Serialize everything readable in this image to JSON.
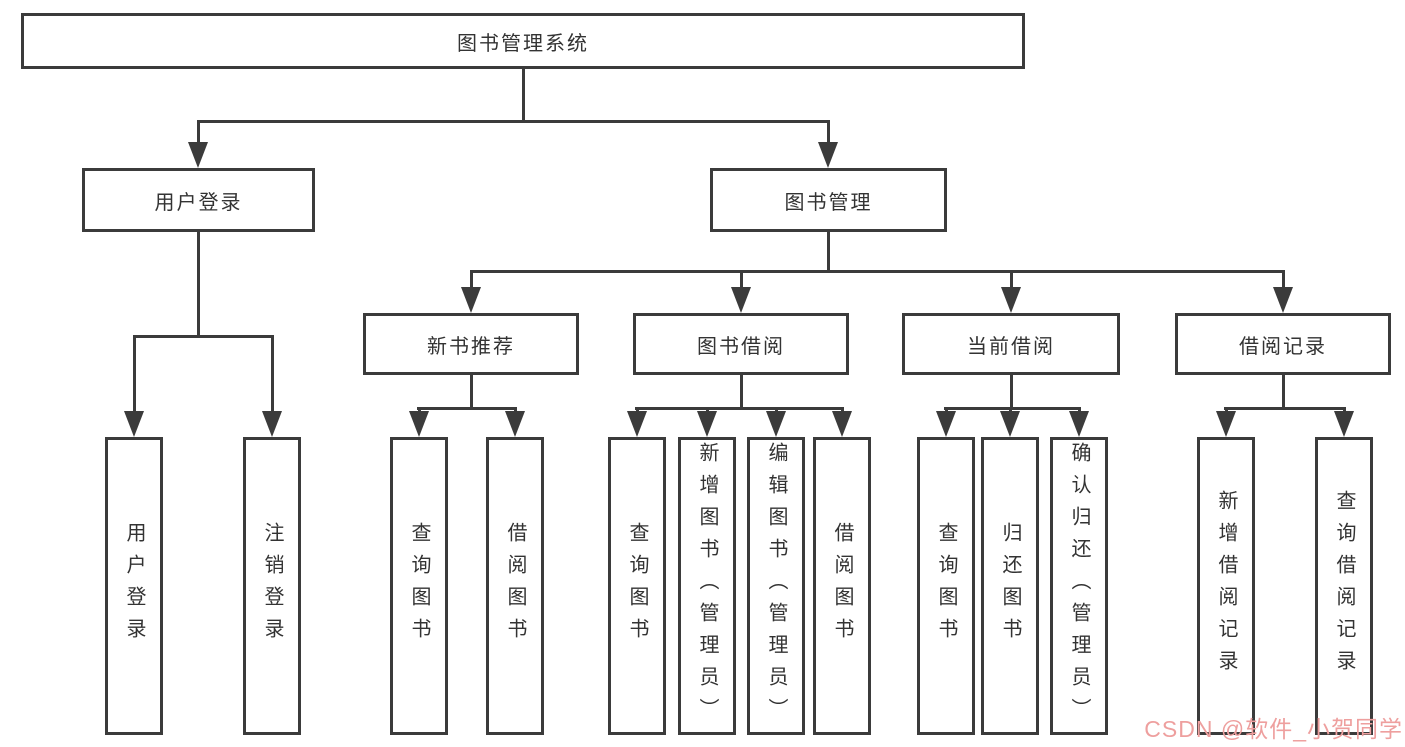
{
  "diagram_title": "图书管理系统",
  "colors": {
    "line": "#3b3b3b",
    "text": "#333333",
    "watermark": "#ee9f9e"
  },
  "tree": {
    "root": {
      "label": "图书管理系统",
      "children": [
        {
          "label": "用户登录",
          "children": [
            {
              "label": "用户登录"
            },
            {
              "label": "注销登录"
            }
          ]
        },
        {
          "label": "图书管理",
          "children": [
            {
              "label": "新书推荐",
              "children": [
                {
                  "label": "查询图书"
                },
                {
                  "label": "借阅图书"
                }
              ]
            },
            {
              "label": "图书借阅",
              "children": [
                {
                  "label": "查询图书"
                },
                {
                  "label": "新增图书（管理员）"
                },
                {
                  "label": "编辑图书（管理员）"
                },
                {
                  "label": "借阅图书"
                }
              ]
            },
            {
              "label": "当前借阅",
              "children": [
                {
                  "label": "查询图书"
                },
                {
                  "label": "归还图书"
                },
                {
                  "label": "确认归还（管理员）"
                }
              ]
            },
            {
              "label": "借阅记录",
              "children": [
                {
                  "label": "新增借阅记录"
                },
                {
                  "label": "查询借阅记录"
                }
              ]
            }
          ]
        }
      ]
    }
  },
  "watermark": {
    "text": "CSDN @软件_小贺同学"
  }
}
